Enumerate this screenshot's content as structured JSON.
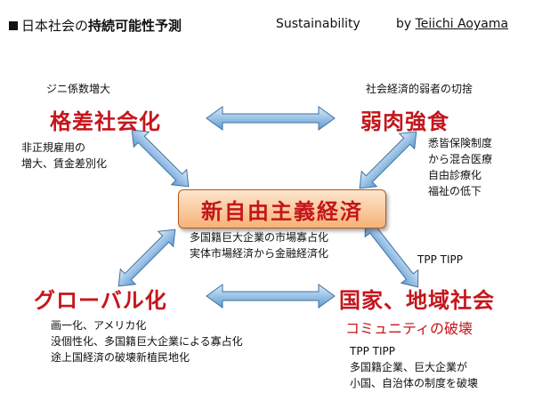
{
  "header": {
    "jp_prefix": "日本社会の",
    "jp_bold": "持続可能性予測",
    "en_subtitle": "Sustainability",
    "by": "by",
    "author": "Teiichi Aoyama"
  },
  "center": {
    "label": "新自由主義経済",
    "caption": [
      "多国籍巨大企業の市場寡占化",
      "実体市場経済から金融経済化"
    ]
  },
  "top_left": {
    "note": "ジニ係数増大",
    "title": "格差社会化",
    "details": [
      "非正規雇用の",
      "増大、賃金差別化"
    ]
  },
  "top_right": {
    "note": "社会経済的弱者の切捨",
    "title": "弱肉強食",
    "details": [
      "悉皆保険制度",
      "から混合医療",
      "自由診療化",
      "福祉の低下"
    ]
  },
  "bottom_left": {
    "title": "グローバル化",
    "details": [
      "画一化、アメリカ化",
      "没個性化、多国籍巨大企業による寡占化",
      "途上国経済の破壊新植民地化"
    ]
  },
  "bottom_right": {
    "note": "TPP TIPP",
    "title": "国家、地域社会",
    "subtitle": "コミュニティの破壊",
    "details": [
      "TPP TIPP",
      "多国籍企業、巨大企業が",
      "小国、自治体の制度を破壊"
    ]
  },
  "colors": {
    "accent_red": "#c4161c",
    "arrow_blue": "#5b9bd5",
    "box_orange": "#f6b276"
  }
}
